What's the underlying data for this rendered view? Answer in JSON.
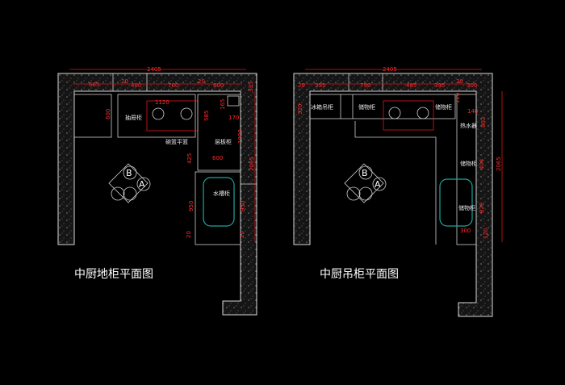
{
  "left_plan": {
    "title": "中厨地柜平面图",
    "labels": [
      "抽屉柜",
      "碗篮平篮",
      "层板柜",
      "水槽柜"
    ],
    "dims": [
      "2405",
      "665",
      "20",
      "400",
      "700",
      "20",
      "600",
      "335",
      "600",
      "1120",
      "585",
      "165",
      "170",
      "1000",
      "600",
      "425",
      "2065",
      "950",
      "950",
      "20",
      "20"
    ],
    "table": {
      "b": "B",
      "a": "A"
    }
  },
  "right_plan": {
    "title": "中厨吊柜平面图",
    "labels": [
      "冰箱吊柜",
      "储物柜",
      "储物柜",
      "热水器",
      "储物柜",
      "储物柜"
    ],
    "dims": [
      "2405",
      "20",
      "395",
      "790",
      "485",
      "395",
      "20",
      "300",
      "320",
      "120",
      "140",
      "802",
      "404",
      "2065",
      "828",
      "300",
      "120"
    ],
    "table": {
      "b": "B",
      "a": "A"
    }
  },
  "colors": {
    "wall": "#d8d8d8",
    "dimension": "#e0161b",
    "sink": "#1aa7a0",
    "background": "#000000"
  }
}
